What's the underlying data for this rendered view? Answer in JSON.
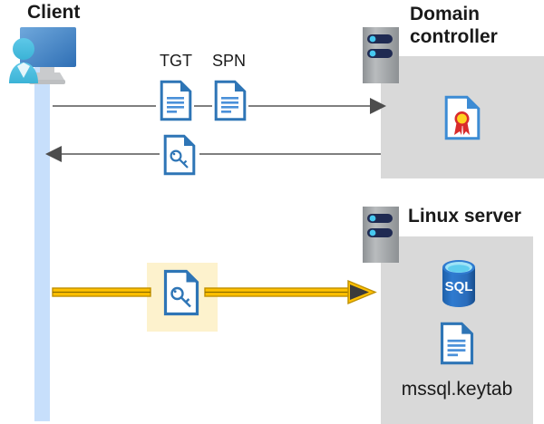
{
  "diagram": {
    "title": "Kerberos authentication flow between client, domain controller and Linux server",
    "colors": {
      "panel_gray": "#d9d9d9",
      "lifeline_blue": "#c7dffb",
      "highlight_yellow": "#fdf2cd",
      "arrow_gold": "#ffc000",
      "arrow_gray": "#595959",
      "doc_blue": "#2e75b6",
      "sql_blue": "#2a6ebb",
      "seal_red": "#d92b2b",
      "seal_yellow": "#ffd320"
    }
  },
  "client": {
    "title": "Client",
    "icon": "workstation-user-icon",
    "lifeline": "client-lifeline"
  },
  "domain_controller": {
    "title": "Domain controller",
    "title_line1": "Domain",
    "title_line2": "controller",
    "server_icon": "server-icon",
    "contents": [
      {
        "name": "certificate-icon",
        "label": ""
      }
    ]
  },
  "linux_server": {
    "title": "Linux server",
    "server_icon": "server-icon",
    "contents": [
      {
        "name": "sql-database-icon",
        "label": "SQL"
      },
      {
        "name": "keytab-file-icon",
        "label": "mssql.keytab"
      }
    ]
  },
  "flows": [
    {
      "id": "request",
      "direction": "right",
      "style": "gray-thin",
      "labels": [
        "TGT",
        "SPN"
      ],
      "icons": [
        "tgt-document-icon",
        "spn-document-icon"
      ]
    },
    {
      "id": "response",
      "direction": "left",
      "style": "gray-thin",
      "labels": [],
      "icons": [
        "service-ticket-key-document-icon"
      ]
    },
    {
      "id": "service-ticket",
      "direction": "right",
      "style": "gold-thick-highlighted",
      "labels": [],
      "icons": [
        "service-ticket-key-document-icon"
      ]
    }
  ],
  "labels": {
    "tgt": "TGT",
    "spn": "SPN",
    "sql": "SQL",
    "keytab": "mssql.keytab"
  }
}
